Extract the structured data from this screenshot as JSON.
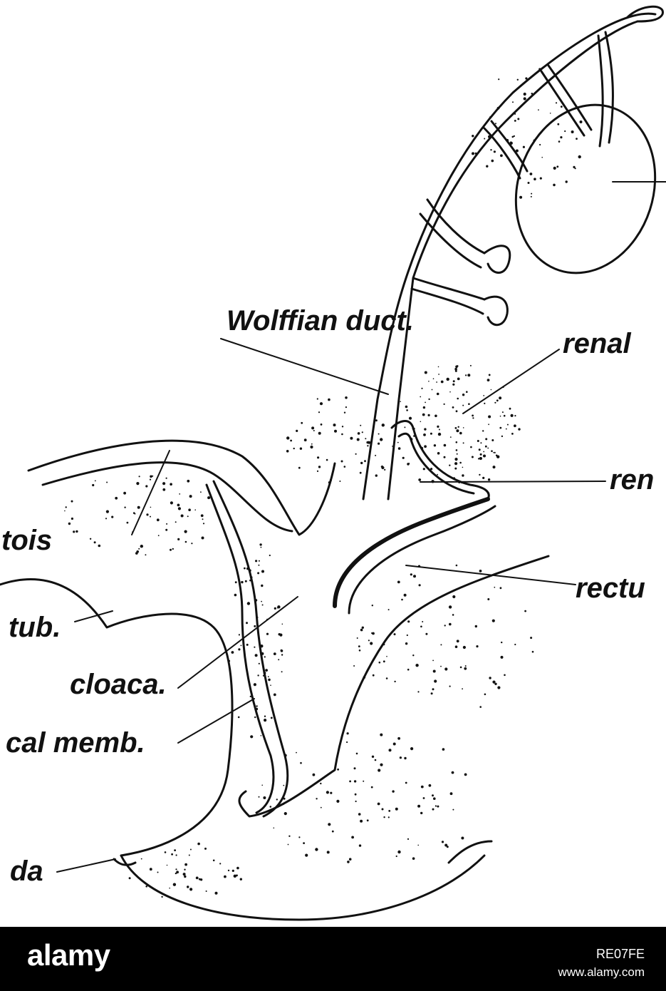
{
  "labels": {
    "wolffian_duct": "Wolffian duct.",
    "renal_top": "renal",
    "ren_mid": "ren",
    "allantois": "tois",
    "rectum": "rectu",
    "tub": "tub.",
    "cloaca": "cloaca.",
    "cloacal_memb": "cal memb.",
    "cauda": "da"
  },
  "watermark": {
    "logo": "alamy",
    "image_id": "RE07FE",
    "url": "www.alamy.com"
  },
  "colors": {
    "ink": "#111111",
    "background": "#ffffff",
    "footer": "#000000",
    "footer_text": "#ffffff"
  }
}
